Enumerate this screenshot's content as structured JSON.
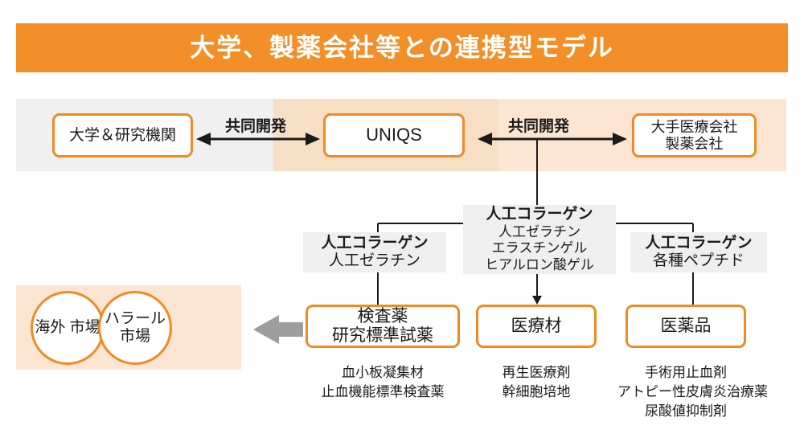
{
  "title": "大学、製薬会社等との連携型モデル",
  "colors": {
    "title_bar": "#F28F28",
    "box_border": "#F08A22",
    "band_gray": "#F0F0F0",
    "band_peach_dark": "#F6DFC4",
    "band_peach_light": "#FCE6D2",
    "material_box": "#EFEFEF",
    "connector": "#1a1a1a",
    "market_arrow": "#9E9E9E"
  },
  "partners": {
    "university": "大学＆研究機関",
    "company": "UNIQS",
    "pharma_line1": "大手医療会社",
    "pharma_line2": "製薬会社",
    "collab_label_left": "共同開発",
    "collab_label_right": "共同開発"
  },
  "materials": {
    "left": {
      "head": "人工コラーゲン",
      "lines": [
        "人工ゼラチン"
      ]
    },
    "center": {
      "head": "人工コラーゲン",
      "lines": [
        "人工ゼラチン",
        "エラスチンゲル",
        "ヒアルロン酸ゲル"
      ]
    },
    "right": {
      "head": "人工コラーゲン",
      "lines": [
        "各種ペプチド"
      ]
    }
  },
  "products": {
    "reagent": {
      "title_line1": "検査薬",
      "title_line2": "研究標準試薬",
      "items": [
        "血小板凝集材",
        "止血機能標準検査薬"
      ]
    },
    "material": {
      "title_line1": "医療材",
      "title_line2": "",
      "items": [
        "再生医療剤",
        "幹細胞培地"
      ]
    },
    "medicine": {
      "title_line1": "医薬品",
      "title_line2": "",
      "items": [
        "手術用止血剤",
        "アトピー性皮膚炎治療薬",
        "尿酸値抑制剤"
      ]
    }
  },
  "markets": {
    "overseas_line1": "海外",
    "overseas_line2": "市場",
    "halal_line1": "ハラール",
    "halal_line2": "市場"
  }
}
